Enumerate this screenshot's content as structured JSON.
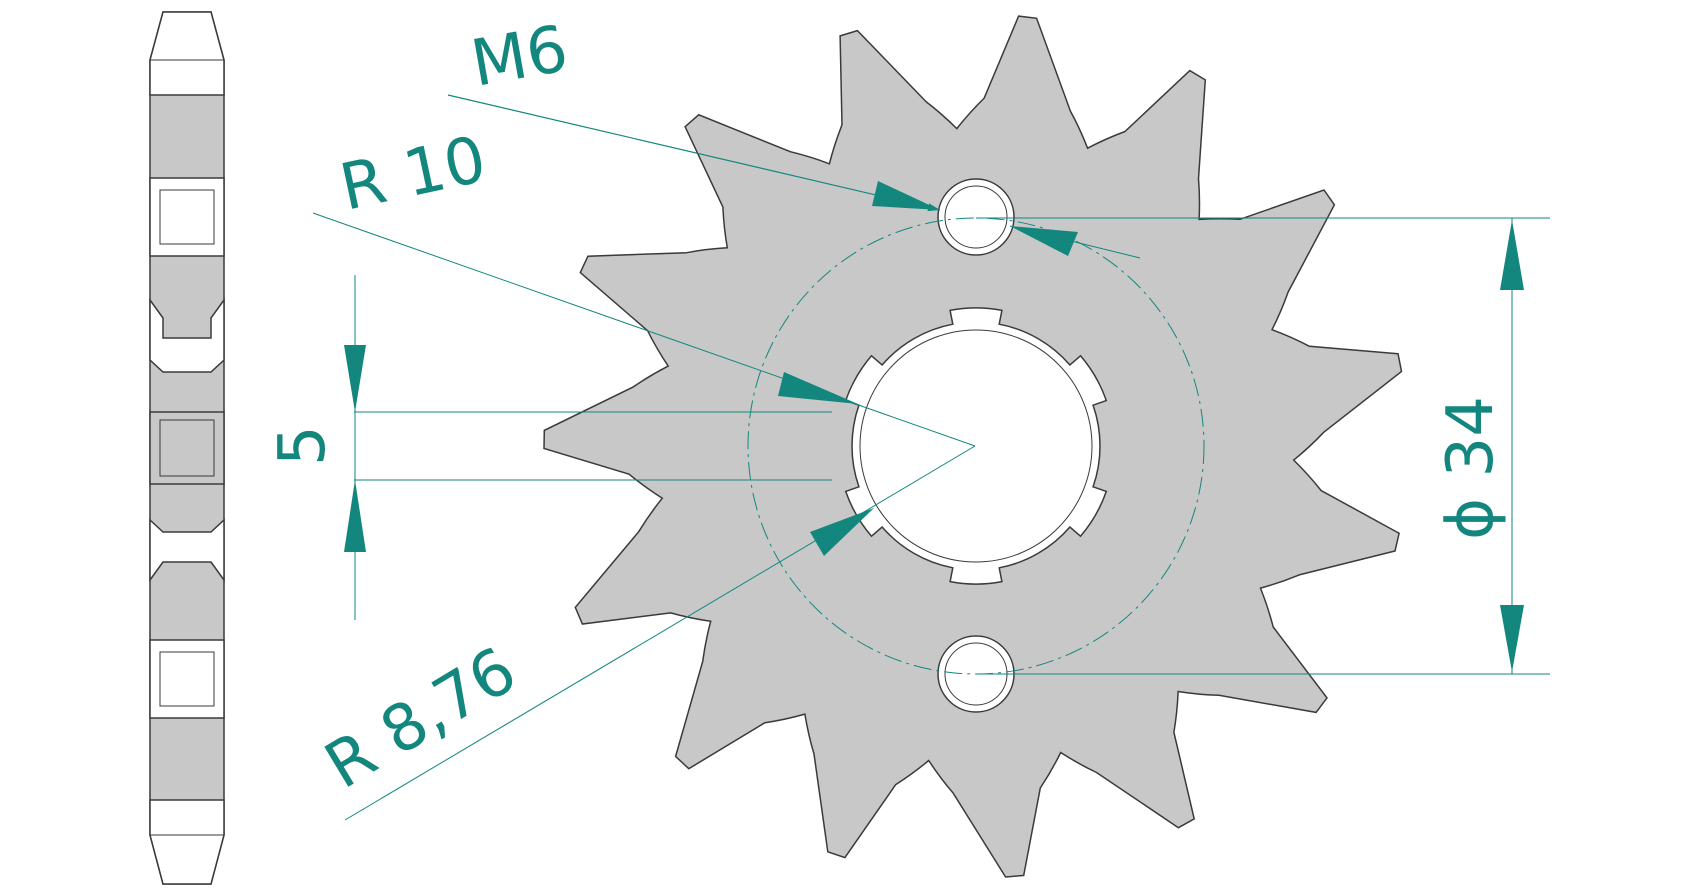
{
  "colors": {
    "part_fill": "#c8c8c8",
    "part_stroke": "#3a3a3a",
    "dimension": "#13877e",
    "background": "#ffffff"
  },
  "labels": {
    "thread": "M6",
    "inner_radius": "R 10",
    "outer_radius": "R 8,76",
    "spline_width": "5",
    "bolt_circle": "ϕ 34"
  }
}
